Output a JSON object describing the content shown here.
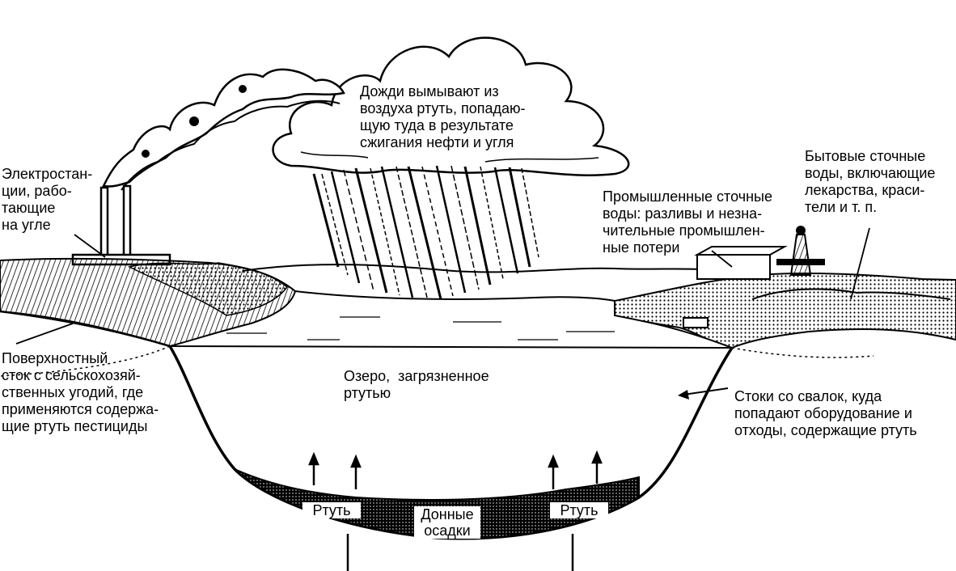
{
  "labels": {
    "power_plants": [
      "Электростан-",
      "ции, рабо-",
      "тающие",
      "на угле"
    ],
    "rain": [
      "Дожди вымывают из",
      "воздуха ртуть, попадаю-",
      "щую туда в результате",
      "сжигания нефти и угля"
    ],
    "household": [
      "Бытовые сточные",
      "воды, включающие",
      "лекарства, краси-",
      "тели и т. п."
    ],
    "industrial": [
      "Промышленные сточные",
      "воды: разливы и незна-",
      "чительные промышлен-",
      "ные потери"
    ],
    "runoff": [
      "Поверхностный",
      "сток с сельскохозяй-",
      "ственных угодий, где",
      "применяются содержа-",
      "щие ртуть пестициды"
    ],
    "lake": [
      "Озеро,  загрязненное",
      "ртутью"
    ],
    "landfill": [
      "Стоки со свалок, куда",
      "попадают оборудование и",
      "отходы, содержащие ртуть"
    ],
    "mercury_left": "Ртуть",
    "sediments": [
      "Донные",
      "осадки"
    ],
    "mercury_right": "Ртуть"
  },
  "colors": {
    "ink": "#000000",
    "paper": "#ffffff"
  }
}
